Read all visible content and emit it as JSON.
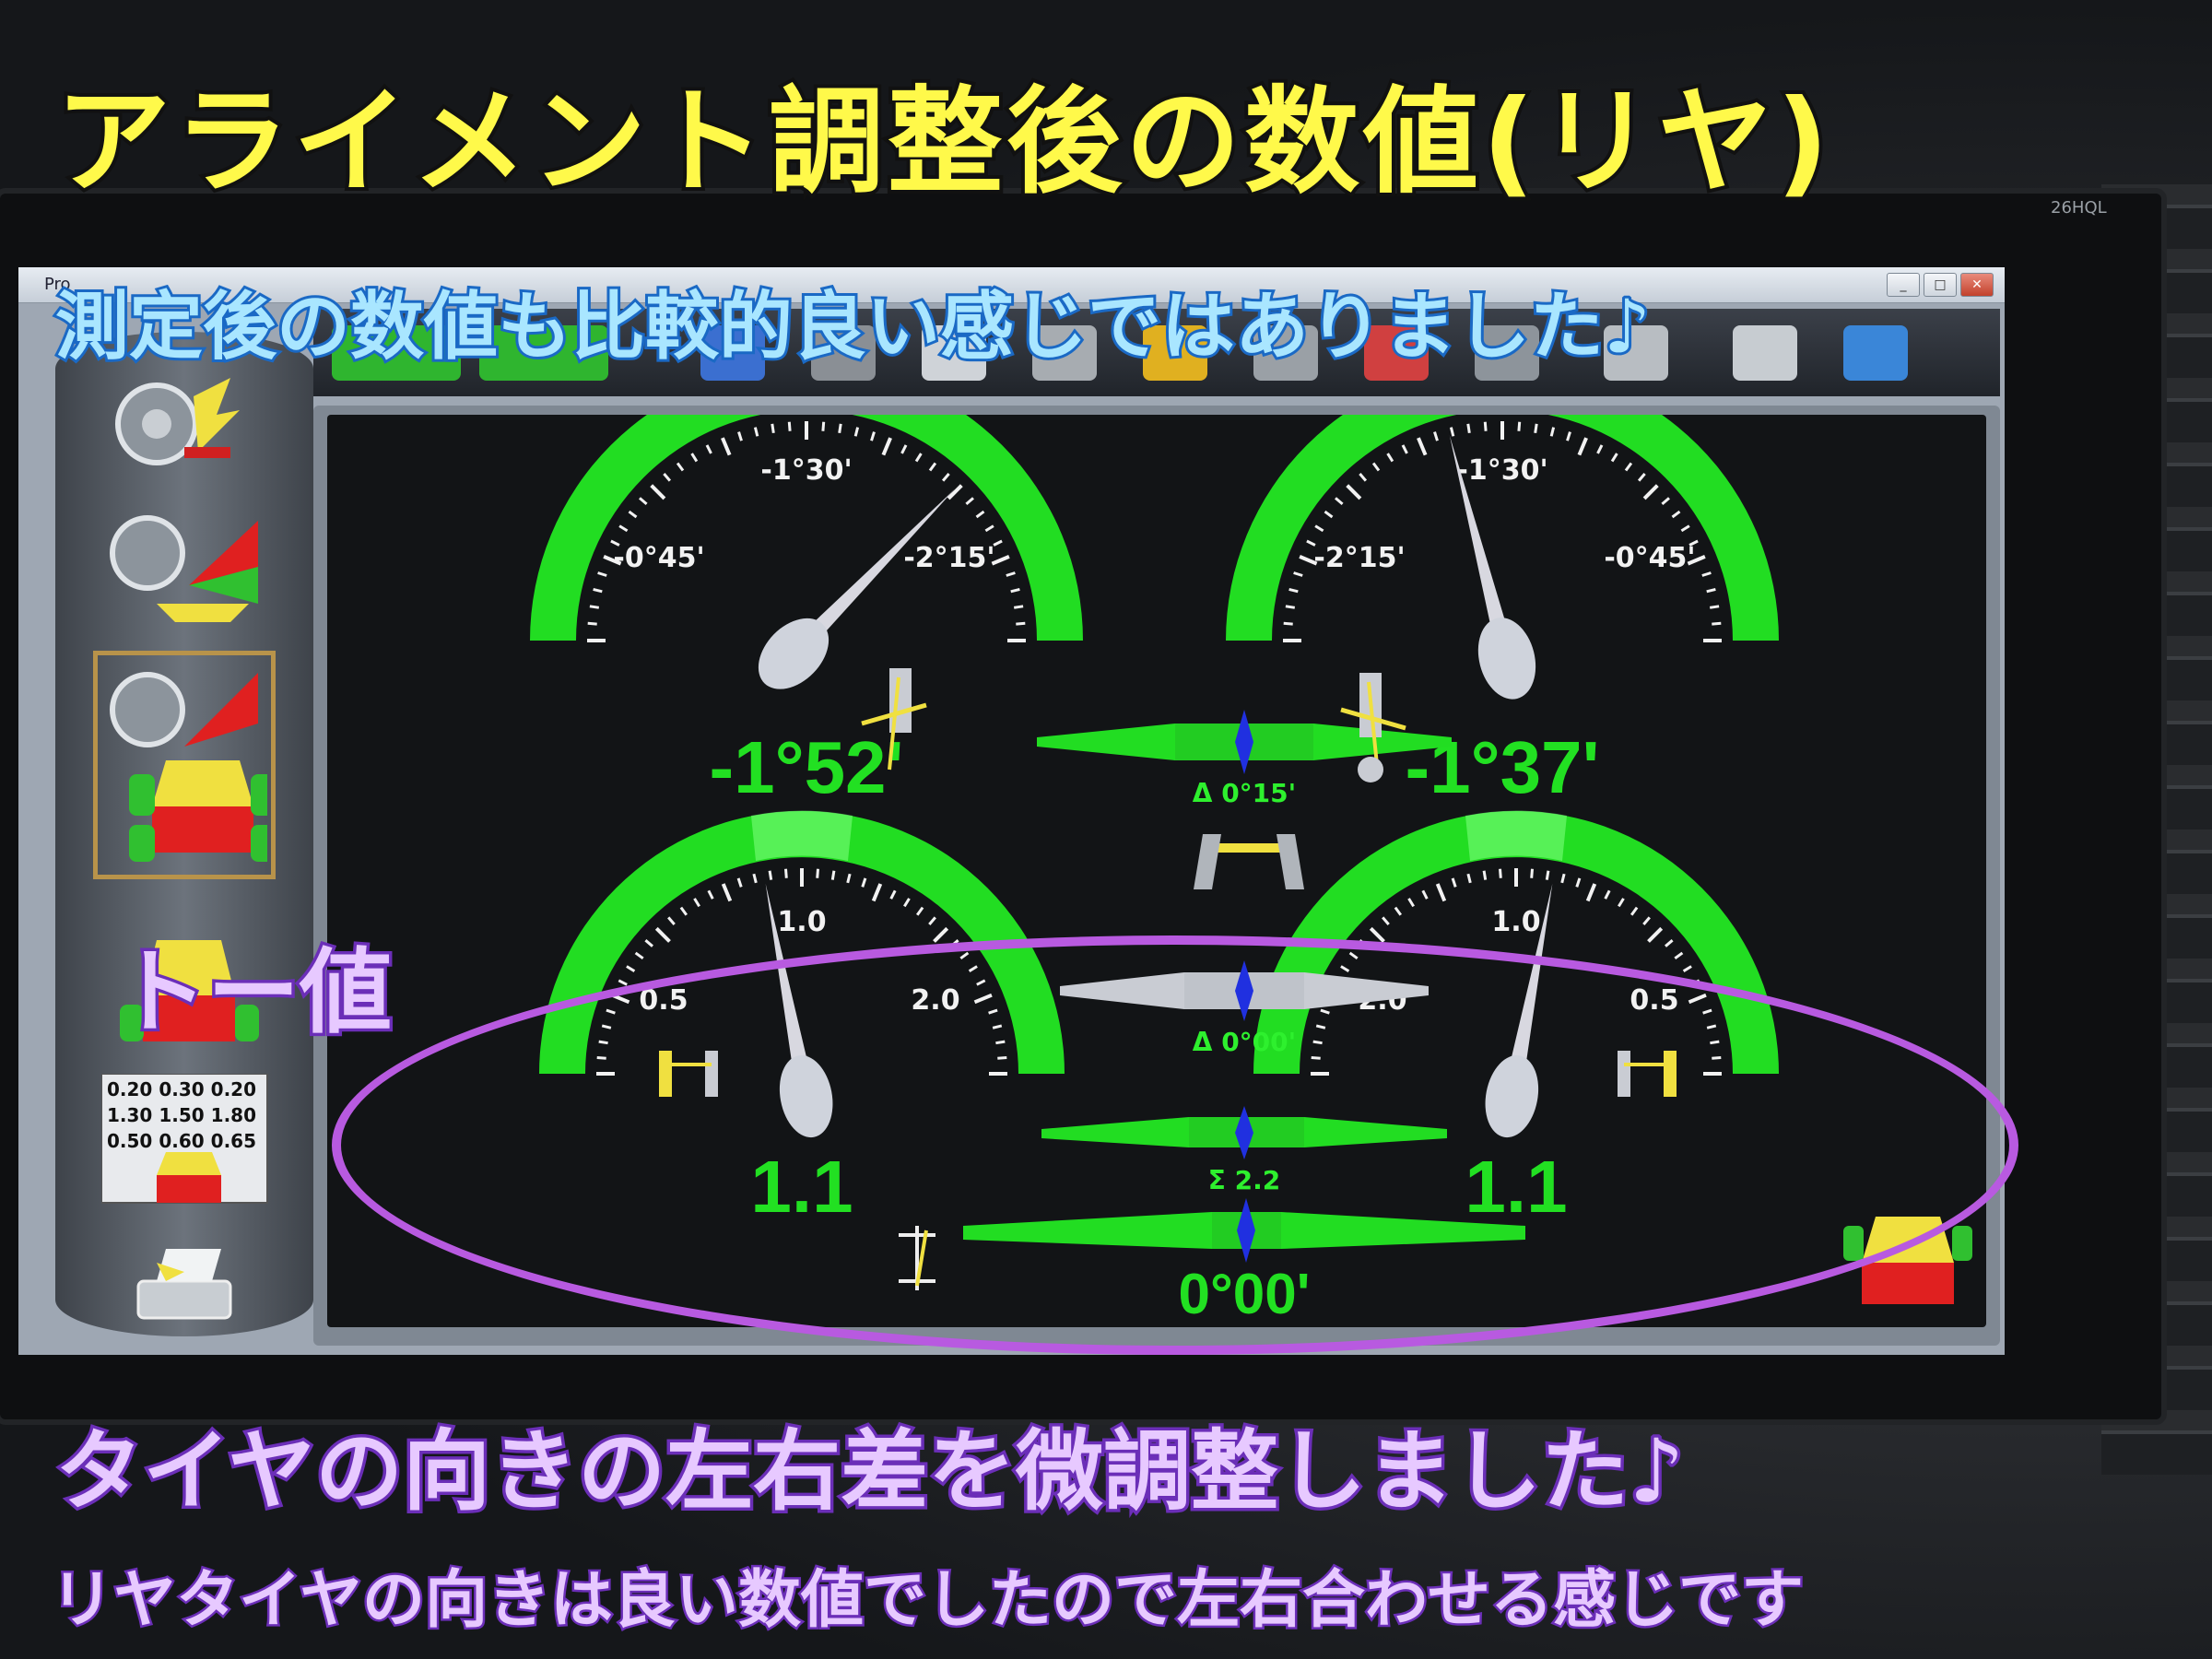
{
  "overlay": {
    "headline": "アライメント調整後の数値(リヤ)",
    "subheading": "測定後の数値も比較的良い感じではありました♪",
    "toe_label": "トー値",
    "footer_main": "タイヤの向きの左右差を微調整しました♪",
    "footer_sub": "リヤタイヤの向きは良い数値でしたので左右合わせる感じです"
  },
  "monitor": {
    "model": "26HQL"
  },
  "window": {
    "title": "Pro",
    "minimize": "_",
    "maximize": "□",
    "close": "✕"
  },
  "camber": {
    "left": {
      "ticks": [
        "-0°45'",
        "-1°30'",
        "-2°15'"
      ],
      "value": "-1°52'",
      "range": [
        -0.75,
        -2.25
      ],
      "needle": -1.87
    },
    "right": {
      "ticks": [
        "-2°15'",
        "-1°30'",
        "-0°45'"
      ],
      "value": "-1°37'",
      "range": [
        -2.25,
        -0.75
      ],
      "needle": -1.62
    },
    "delta": "Δ 0°15'"
  },
  "toe": {
    "left": {
      "ticks": [
        "0.5",
        "1.0",
        "2.0"
      ],
      "value": "1.1",
      "range": [
        0.0,
        2.5
      ],
      "needle": 1.1
    },
    "right": {
      "ticks": [
        "2.0",
        "1.0",
        "0.5"
      ],
      "value": "1.1",
      "range": [
        2.5,
        0.0
      ],
      "needle": 1.1
    },
    "delta": "Δ 0°00'",
    "total": "Σ 2.2"
  },
  "thrust_angle": {
    "value": "0°00'"
  },
  "spec_table": {
    "rows": [
      [
        "0.20",
        "0.30",
        "0.20"
      ],
      [
        "1.30",
        "1.50",
        "1.80"
      ],
      [
        "0.50",
        "0.60",
        "0.65"
      ]
    ]
  },
  "colors": {
    "gauge_green": "#22dd22",
    "readout_green": "#22e022",
    "highlight_purple": "#b85ae0",
    "headline_yellow": "#fff94a"
  }
}
